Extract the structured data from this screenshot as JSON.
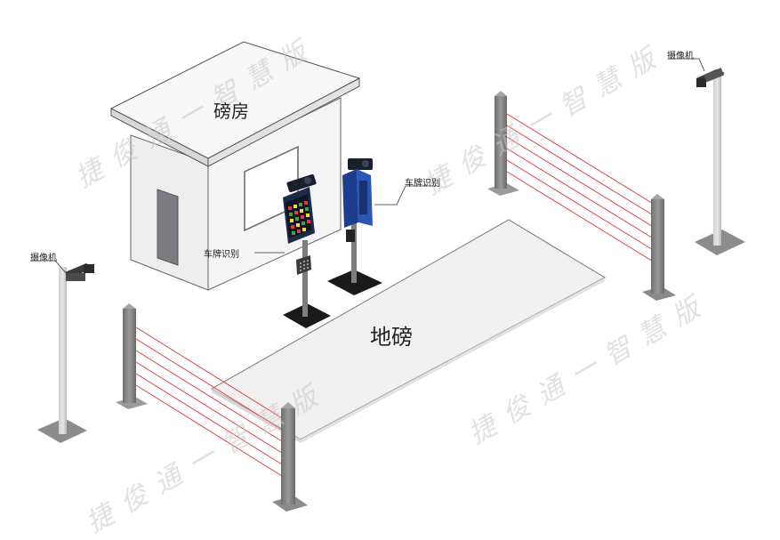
{
  "labels": {
    "guardhouse": "磅房",
    "scale": "地磅",
    "camera_right": "摄像机",
    "camera_left": "摄像机",
    "plate_reader_right": "车牌识别",
    "plate_reader_left": "车牌识别"
  },
  "watermark": "捷俊通一智慧版",
  "colors": {
    "beam": "#e03a3a",
    "post": "#8a8a8a",
    "reader_blue": "#1f3f8f",
    "reader_dark": "#1d2a4a",
    "house_wall": "#f2f2f2",
    "house_roof": "#f6f6f6",
    "door": "#7c7d82"
  }
}
